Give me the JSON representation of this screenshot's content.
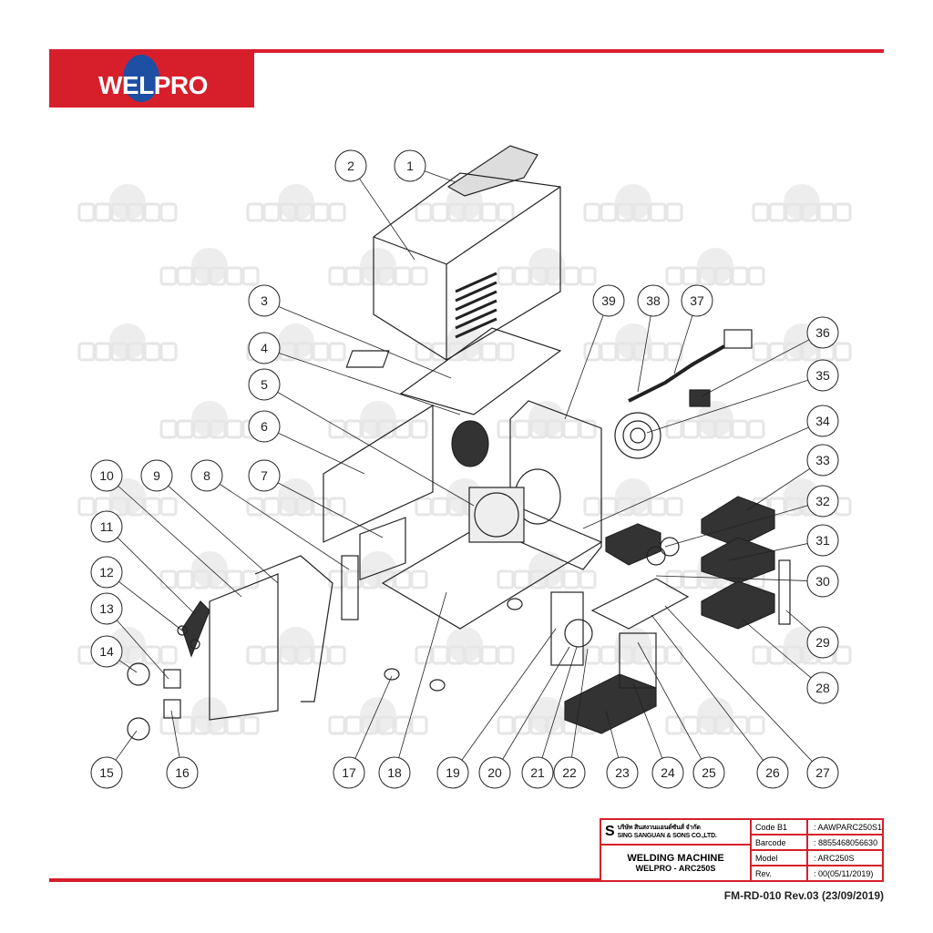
{
  "brand": {
    "logo_text": "WELPRO",
    "accent": "#d71f2b",
    "globe": "#1d4fa3"
  },
  "watermark": "WELPRO",
  "callouts": [
    "1",
    "2",
    "3",
    "4",
    "5",
    "6",
    "7",
    "8",
    "9",
    "10",
    "11",
    "12",
    "13",
    "14",
    "15",
    "16",
    "17",
    "18",
    "19",
    "20",
    "21",
    "22",
    "23",
    "24",
    "25",
    "26",
    "27",
    "28",
    "29",
    "30",
    "31",
    "32",
    "33",
    "34",
    "35",
    "36",
    "37",
    "38",
    "39"
  ],
  "title_block": {
    "company_thai": "บริษัท สินสงวนแอนด์ซันส์ จำกัด",
    "company_en": "SING SANGUAN & SONS CO.,LTD.",
    "product_name": "WELDING MACHINE",
    "product_model": "WELPRO - ARC250S",
    "rows": [
      {
        "label": "Code B1",
        "value": ": AAWPARC250S1"
      },
      {
        "label": "Barcode",
        "value": ": 8855468056630"
      },
      {
        "label": "Model",
        "value": ": ARC250S"
      },
      {
        "label": "Rev.",
        "value": ": 00(05/11/2019)"
      }
    ]
  },
  "footer": "FM-RD-010 Rev.03 (23/09/2019)"
}
